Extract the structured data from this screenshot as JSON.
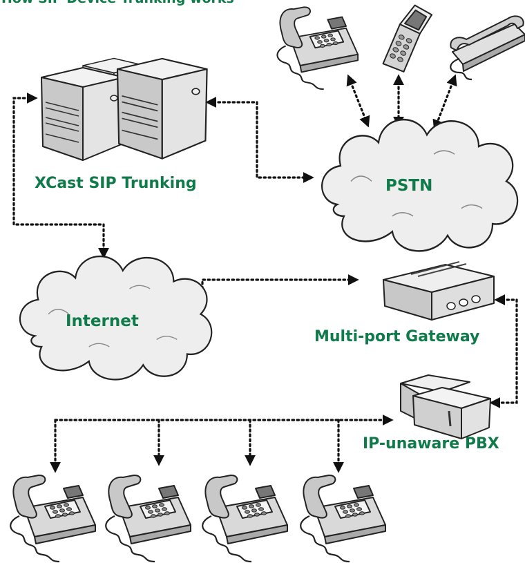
{
  "title": "How SIP Device Trunking works",
  "labels": {
    "xcast": "XCast SIP Trunking",
    "pstn": "PSTN",
    "internet": "Internet",
    "gateway": "Multi-port Gateway",
    "pbx": "IP-unaware PBX"
  },
  "colors": {
    "label": "#0f7a4a",
    "ink": "#222222",
    "connector": "#111111"
  },
  "icons": [
    "server-icon",
    "desk-phone-icon",
    "flip-phone-icon",
    "cordless-phone-icon",
    "cloud-icon",
    "gateway-icon",
    "pbx-icon"
  ]
}
